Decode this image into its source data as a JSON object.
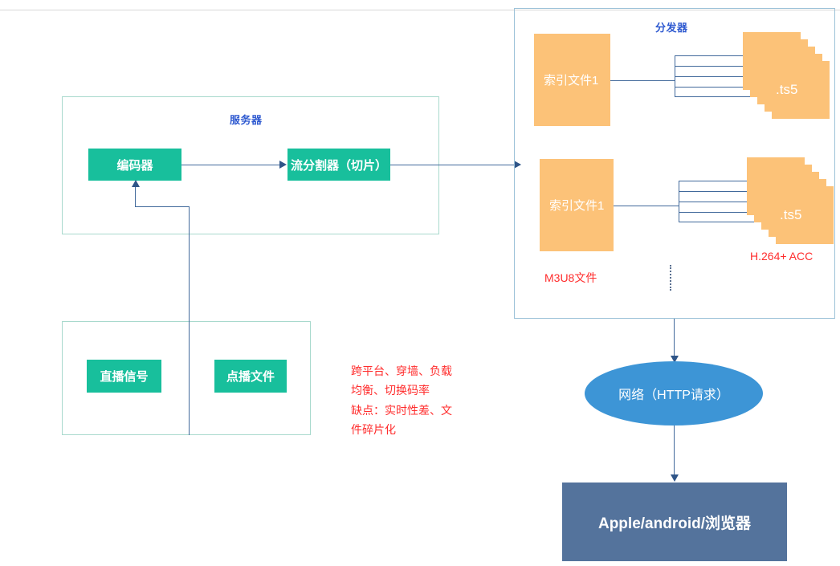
{
  "diagram": {
    "title_server": "服务器",
    "title_distributor": "分发器"
  },
  "server": {
    "encoder_label": "编码器",
    "splitter_label": "流分割器（切片）"
  },
  "sources": {
    "live_label": "直播信号",
    "vod_label": "点播文件"
  },
  "distributor": {
    "rows": [
      {
        "index_label": "索引文件1",
        "ts_label": ".ts5"
      },
      {
        "index_label": "索引文件1",
        "ts_label": ".ts5"
      }
    ],
    "m3u8_note": "M3U8文件",
    "codec_note": "H.264+ ACC",
    "continuation": "⋮"
  },
  "network": {
    "label": "网络（HTTP请求）"
  },
  "clients": {
    "label": "Apple/android/浏览器"
  },
  "notes": {
    "advantages": "跨平台、穿墙、负载\n均衡、切换码率",
    "drawbacks": "缺点：实时性差、文\n件碎片化"
  },
  "colors": {
    "green": "#18bf9c",
    "orange": "#fcc278",
    "blue_ellipse": "#3d95d6",
    "slate": "#54739c",
    "title_blue": "#2f5ad0",
    "note_red": "#ff2d2d",
    "connector": "#41699b"
  }
}
